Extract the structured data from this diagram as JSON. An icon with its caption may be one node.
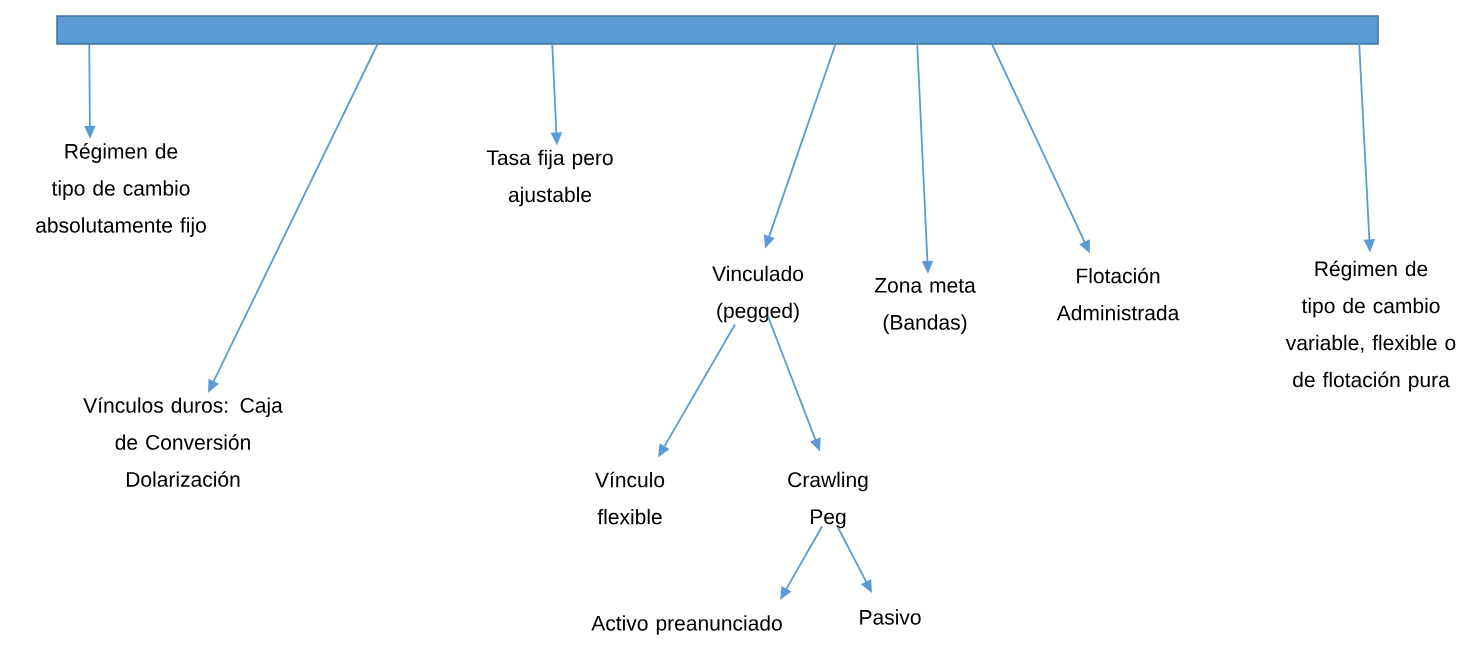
{
  "diagram": {
    "nodes": [
      {
        "text": [],
        "shape": "bar"
      },
      {
        "text": [
          "Régimen de tipo de cambio absolutamente fijo"
        ]
      },
      {
        "text": [
          "Vínculos duros: Caja de Conversión Dolarización"
        ]
      },
      {
        "text": [
          "Tasa fija pero ajustable"
        ]
      },
      {
        "text": [
          "Vinculado (pegged)"
        ]
      },
      {
        "text": [
          "Zona meta (Bandas)"
        ]
      },
      {
        "text": [
          "Flotación Administrada"
        ]
      },
      {
        "text": [
          "Régimen de tipo de cambio variable, flexible o de flotación pura"
        ]
      },
      {
        "text": [
          "Vínculo flexible"
        ]
      },
      {
        "text": [
          "Crawling Peg"
        ]
      },
      {
        "text": [
          "Activo preanunciado"
        ]
      },
      {
        "text": [
          "Pasivo"
        ]
      }
    ],
    "edges": [
      {
        "from": 0,
        "to": 1,
        "arrow": "to"
      },
      {
        "from": 0,
        "to": 2,
        "arrow": "to"
      },
      {
        "from": 0,
        "to": 3,
        "arrow": "to"
      },
      {
        "from": 0,
        "to": 4,
        "arrow": "to"
      },
      {
        "from": 0,
        "to": 5,
        "arrow": "to"
      },
      {
        "from": 0,
        "to": 6,
        "arrow": "to"
      },
      {
        "from": 0,
        "to": 7,
        "arrow": "to"
      },
      {
        "from": 4,
        "to": 8,
        "arrow": "to"
      },
      {
        "from": 4,
        "to": 9,
        "arrow": "to"
      },
      {
        "from": 9,
        "to": 10,
        "arrow": "to"
      },
      {
        "from": 9,
        "to": 11,
        "arrow": "to"
      }
    ]
  }
}
